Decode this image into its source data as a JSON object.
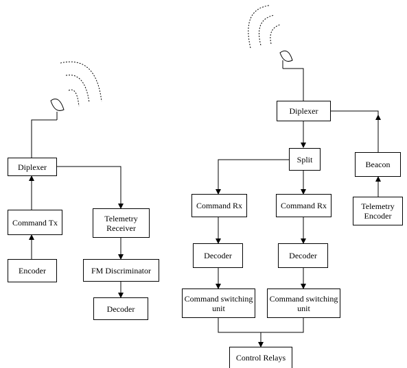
{
  "ground_station": {
    "diplexer": "Diplexer",
    "command_tx": "Command Tx",
    "encoder": "Encoder",
    "telemetry_receiver_line1": "Telemetry",
    "telemetry_receiver_line2": "Receiver",
    "fm_discriminator": "FM Discriminator",
    "decoder": "Decoder"
  },
  "satellite": {
    "diplexer": "Diplexer",
    "split": "Split",
    "beacon": "Beacon",
    "telemetry_encoder_line1": "Telemetry",
    "telemetry_encoder_line2": "Encoder",
    "command_rx_1": "Command Rx",
    "command_rx_2": "Command Rx",
    "decoder_1": "Decoder",
    "decoder_2": "Decoder",
    "switching_1_line1": "Command switching",
    "switching_1_line2": "unit",
    "switching_2_line1": "Command switching",
    "switching_2_line2": "unit",
    "control_relays": "Control Relays"
  }
}
